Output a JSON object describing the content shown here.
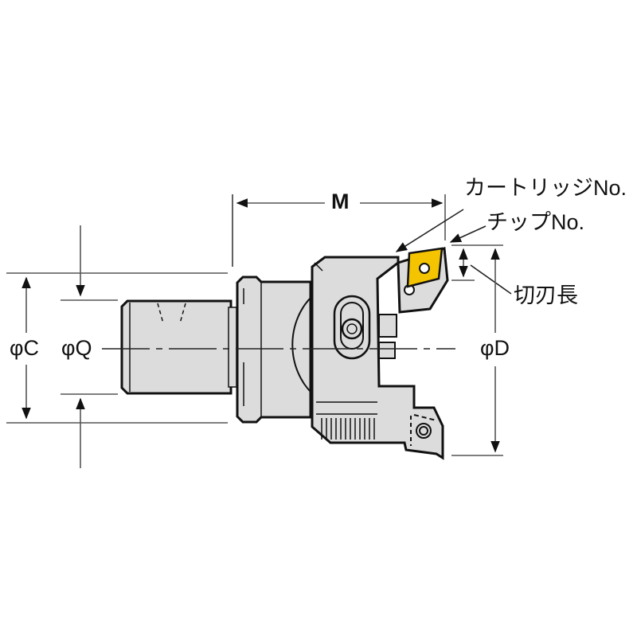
{
  "diagram": {
    "type": "technical-drawing",
    "subject": "face mill cutter with cartridge and insert (side view)",
    "labels": {
      "dim_m": "M",
      "cartridge_no": "カートリッジNo.",
      "chip_no": "チップNo.",
      "cutting_edge_length": "切刃長",
      "dia_c": "φC",
      "dia_q": "φQ",
      "dia_d": "φD"
    },
    "colors": {
      "body_fill": "#dcdcdc",
      "outline": "#111111",
      "dimension_line": "#555555",
      "insert_fill": "#f5c400",
      "background": "#ffffff"
    }
  }
}
